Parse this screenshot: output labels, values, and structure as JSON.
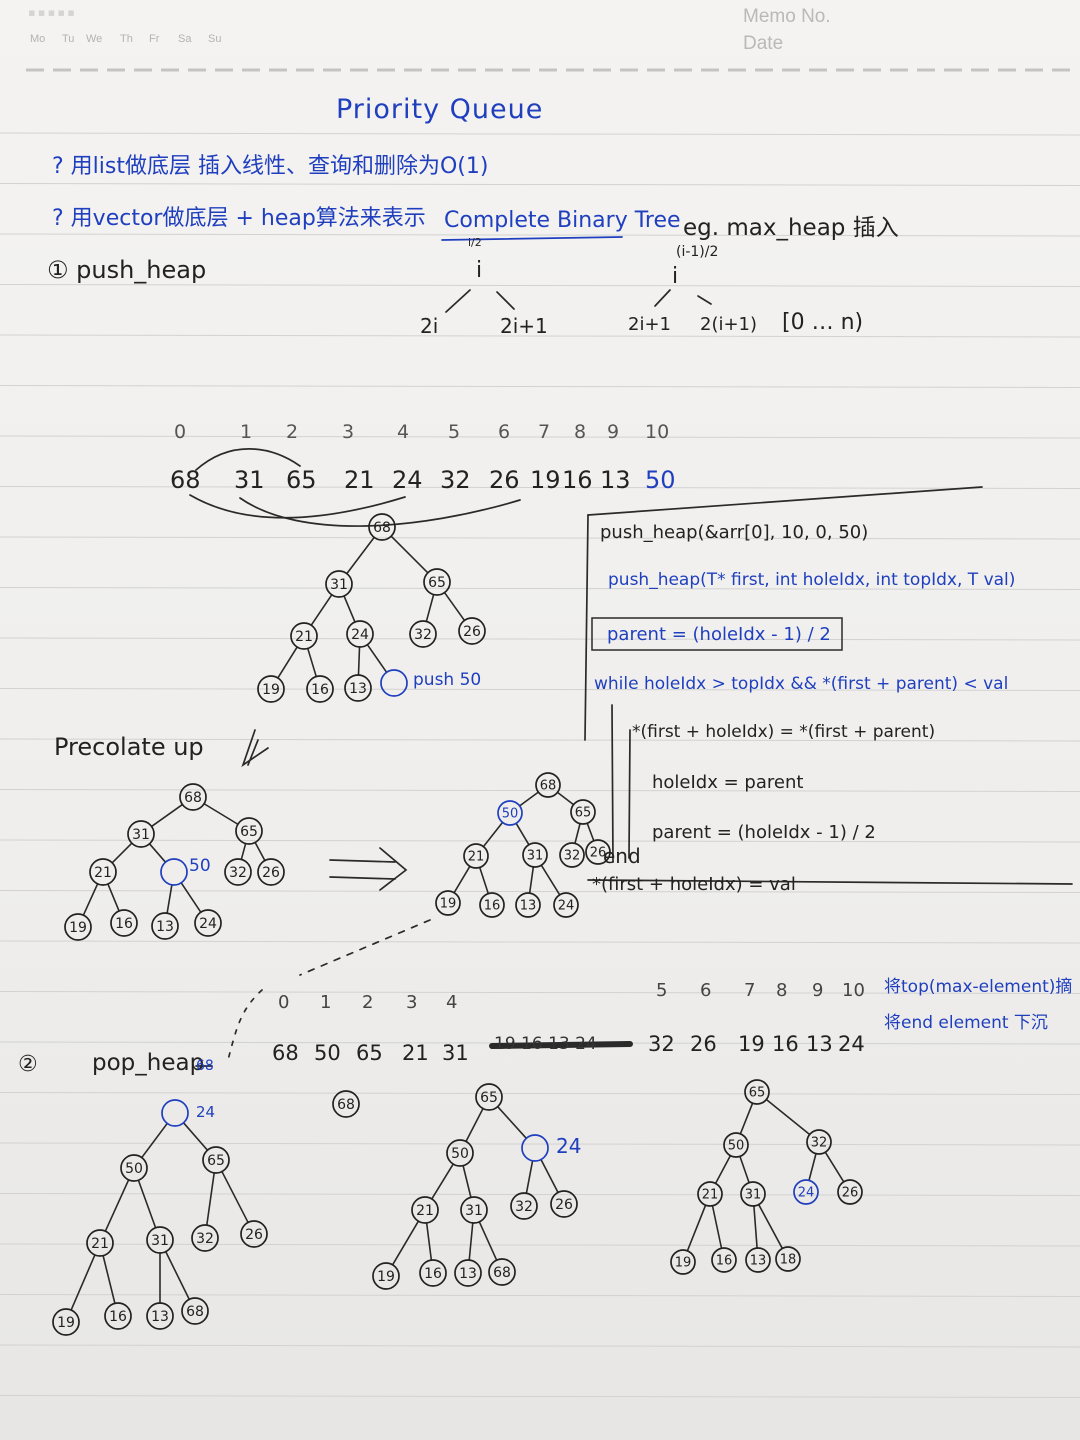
{
  "header": {
    "memo_no_label": "Memo No.",
    "date_label": "Date",
    "weekdays": [
      "Mo",
      "Tu",
      "We",
      "Th",
      "Fr",
      "Sa",
      "Su"
    ]
  },
  "title": "Priority Queue",
  "notes": {
    "line1": "? 用list做底层   插入线性、查询和删除为O(1)",
    "line2_prefix": "? 用vector做底层 + heap算法来表示",
    "line2_tree": "Complete Binary Tree",
    "example": "eg. max_heap   插入"
  },
  "section1": {
    "label": "① push_heap",
    "diagram_left": {
      "top": "i",
      "above": "i/2",
      "left": "2i",
      "right": "2i+1"
    },
    "diagram_right": {
      "top": "i",
      "above": "(i-1)/2",
      "left": "2i+1",
      "right": "2(i+1)",
      "range": "[0 … n)"
    },
    "indices": [
      "0",
      "1",
      "2",
      "3",
      "4",
      "5",
      "6",
      "7",
      "8",
      "9",
      "10"
    ],
    "array": [
      "68",
      "31",
      "65",
      "21",
      "24",
      "32",
      "26",
      "19",
      "16",
      "13",
      "50"
    ],
    "tree_nodes": [
      "68",
      "31",
      "65",
      "21",
      "24",
      "32",
      "26",
      "19",
      "16",
      "13"
    ],
    "push_label": "push 50",
    "precolate_label": "Precolate up",
    "tree2_new": "50",
    "tree3_nodes": [
      "68",
      "50",
      "65",
      "21",
      "31",
      "32",
      "26",
      "19",
      "16",
      "13",
      "24"
    ],
    "end_label": "end"
  },
  "code": {
    "call": "push_heap(&arr[0], 10, 0, 50)",
    "signature": "push_heap(T* first, int holeIdx, int topIdx, T val)",
    "parent": "parent = (holeIdx - 1) / 2",
    "while": "while holeIdx > topIdx && *(first + parent) < val",
    "body1": "*(first + holeIdx) = *(first + parent)",
    "body2": "holeIdx = parent",
    "body3": "parent = (holeIdx - 1) / 2",
    "final": "*(first + holeIdx) = val"
  },
  "section2": {
    "label": "②",
    "name": "pop_heap",
    "annot": "68",
    "indices_a": [
      "0",
      "1",
      "2",
      "3",
      "4"
    ],
    "indices_b": [
      "5",
      "6",
      "7",
      "8",
      "9",
      "10"
    ],
    "array_a": [
      "68",
      "50",
      "65",
      "21",
      "31"
    ],
    "struck": "19 16 13 24",
    "array_b": [
      "32",
      "26",
      "19",
      "16",
      "13",
      "24"
    ],
    "note1": "将top(max-element)摘",
    "note2": "将end element 下沉",
    "hole_label": "24",
    "tree_a": [
      "50",
      "65",
      "21",
      "31",
      "32",
      "26",
      "19",
      "16",
      "13",
      "68"
    ],
    "removed": "68",
    "tree_b": [
      "65",
      "50",
      "21",
      "31",
      "32",
      "26",
      "19",
      "16",
      "13",
      "68"
    ],
    "tree_c": [
      "65",
      "50",
      "32",
      "21",
      "31",
      "24",
      "26",
      "19",
      "16",
      "13",
      "18"
    ]
  }
}
